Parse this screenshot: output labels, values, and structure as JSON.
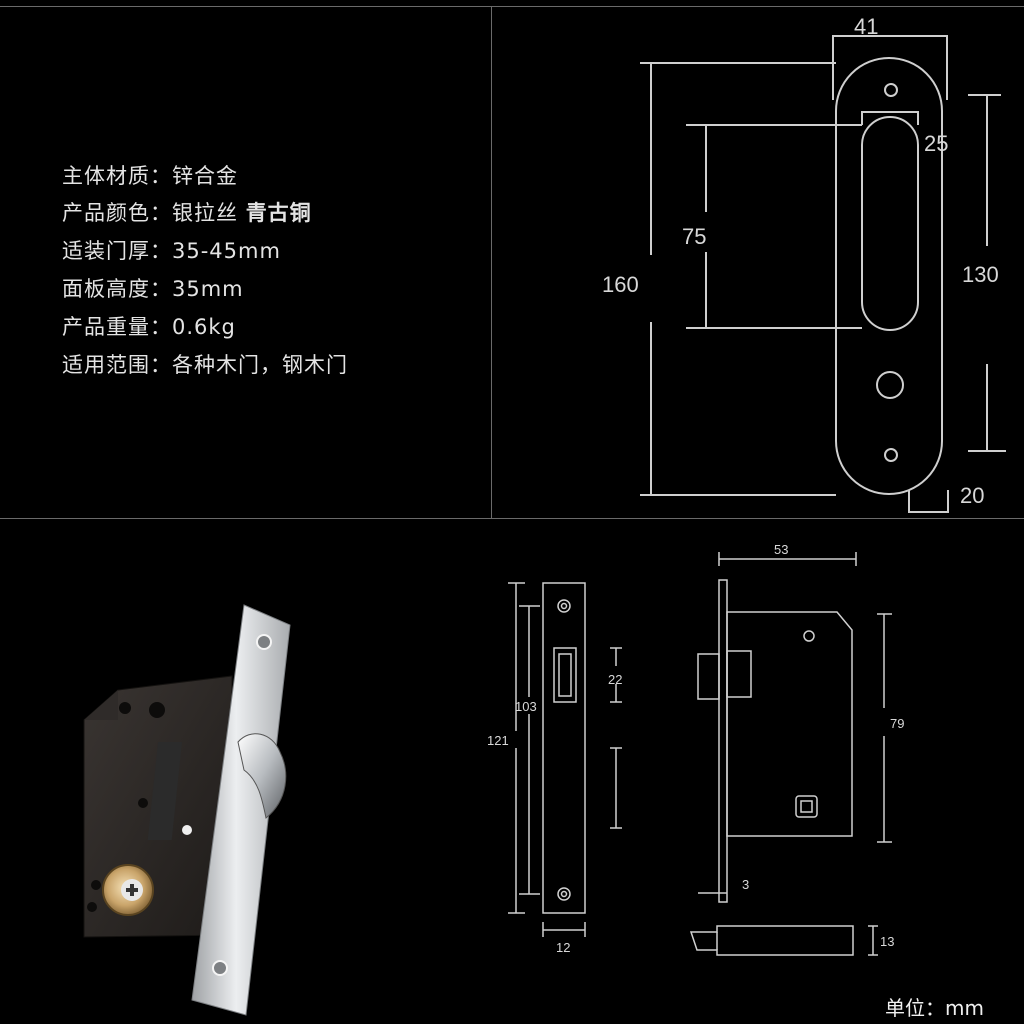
{
  "specs": [
    {
      "label": "主体材质：",
      "value": "锌合金",
      "extra": ""
    },
    {
      "label": "产品颜色：",
      "value": "银拉丝",
      "extra": "青古铜"
    },
    {
      "label": "适装门厚：",
      "value": "35-45mm",
      "extra": ""
    },
    {
      "label": "面板高度：",
      "value": "35mm",
      "extra": ""
    },
    {
      "label": "产品重量：",
      "value": "0.6kg",
      "extra": ""
    },
    {
      "label": "适用范围：",
      "value": "各种木门，钢木门",
      "extra": ""
    }
  ],
  "plate_dims": {
    "width": "41",
    "slot_width": "25",
    "slot_height": "75",
    "total_height": "160",
    "hole_spacing": "130",
    "bottom": "20"
  },
  "lock_dims": {
    "plate_width": "12",
    "plate_height": "121",
    "hole_spacing": "103",
    "latch_height": "22",
    "body_width": "53",
    "body_height": "79",
    "plate_thickness": "3",
    "bolt_thickness": "13"
  },
  "unit_label": "单位：mm",
  "colors": {
    "background": "#000000",
    "line": "#cfcfcf",
    "divider": "#6a6a6a",
    "lock_body": "#2a2624",
    "steel": "#d4d6d8"
  }
}
